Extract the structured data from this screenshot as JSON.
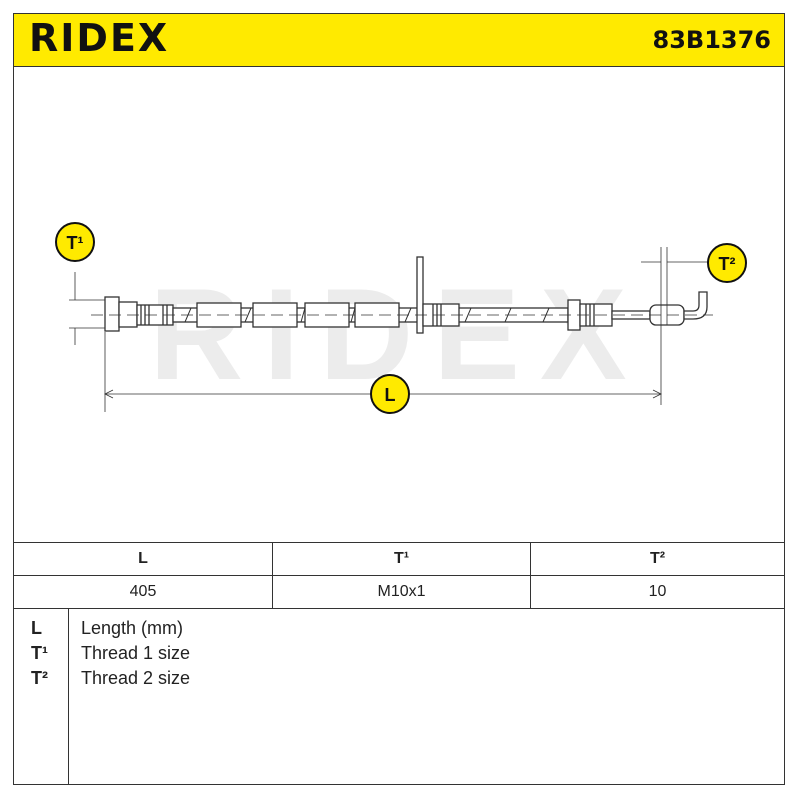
{
  "header": {
    "brand": "RIDEX",
    "part_number": "83B1376"
  },
  "drawing": {
    "watermark": "RIDEX",
    "labels": {
      "t1": "T¹",
      "t2": "T²",
      "length": "L"
    }
  },
  "spec_table": {
    "headers": [
      "L",
      "T¹",
      "T²"
    ],
    "values": [
      "405",
      "M10x1",
      "10"
    ]
  },
  "legend": [
    {
      "key": "L",
      "description": "Length (mm)"
    },
    {
      "key": "T¹",
      "description": "Thread 1 size"
    },
    {
      "key": "T²",
      "description": "Thread 2 size"
    }
  ],
  "colors": {
    "accent": "#ffea00",
    "line": "#333333",
    "watermark": "#ececec"
  }
}
